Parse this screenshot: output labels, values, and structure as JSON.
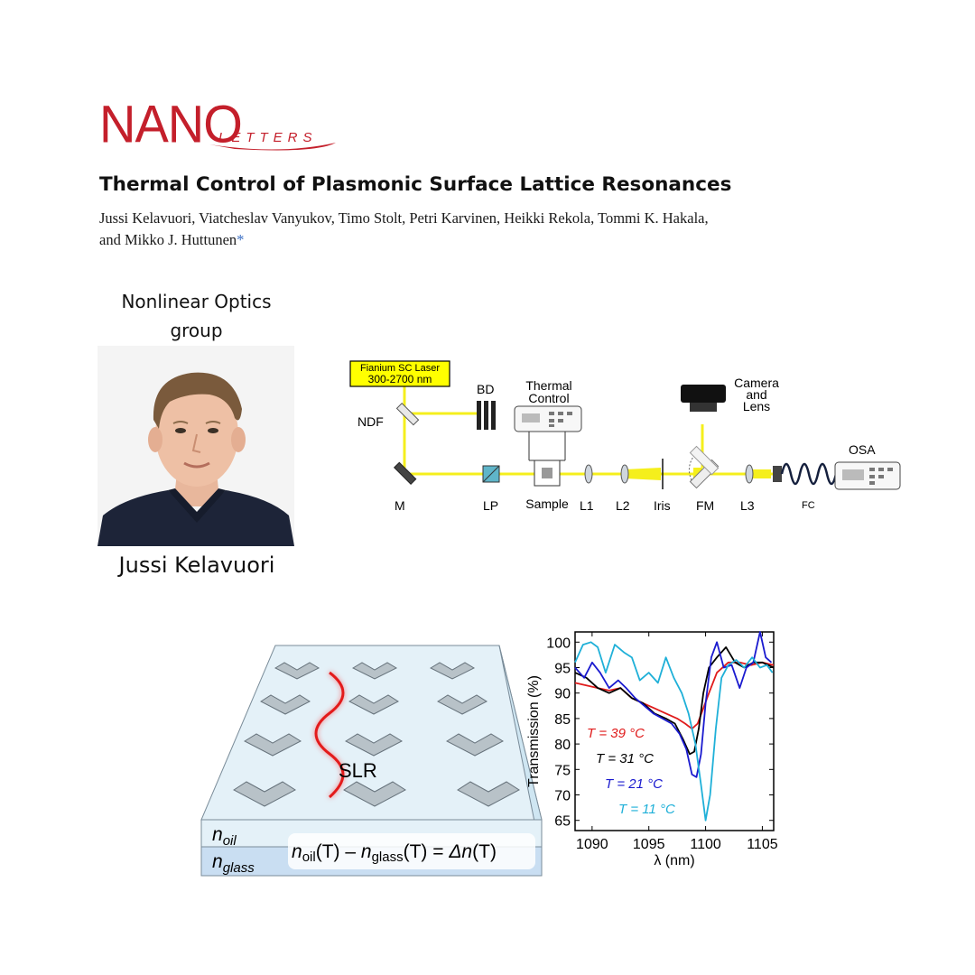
{
  "journal": {
    "logo_main": "NANO",
    "logo_sub": "LETTERS"
  },
  "paper": {
    "title": "Thermal Control of Plasmonic Surface Lattice Resonances",
    "authors_line1": "Jussi Kelavuori, Viatcheslav Vanyukov, Timo Stolt, Petri Karvinen, Heikki Rekola, Tommi K. Hakala,",
    "authors_line2": "and Mikko J. Huttunen",
    "corresponding_mark": "*"
  },
  "profile": {
    "group_line1": "Nonlinear Optics",
    "group_line2": "group",
    "name": "Jussi Kelavuori"
  },
  "setup": {
    "laser_line1": "Fianium SC Laser",
    "laser_line2": "300-2700 nm",
    "bd": "BD",
    "ndf": "NDF",
    "m": "M",
    "lp": "LP",
    "thermal_line1": "Thermal",
    "thermal_line2": "Control",
    "sample": "Sample",
    "l1": "L1",
    "l2": "L2",
    "iris": "Iris",
    "camera_line1": "Camera",
    "camera_line2": "and",
    "camera_line3": "Lens",
    "fm": "FM",
    "l3": "L3",
    "fc": "FC",
    "osa": "OSA",
    "beam_color": "#f5ef1c"
  },
  "lattice": {
    "slr": "SLR",
    "n_oil": "n",
    "n_oil_sub": "oil",
    "n_glass": "n",
    "n_glass_sub": "glass",
    "equation": {
      "n1": "n",
      "sub1": "oil",
      "arg1": "(T) – ",
      "n2": "n",
      "sub2": "glass",
      "arg2": "(T) = ",
      "delta": "Δn",
      "arg3": "(T)"
    }
  },
  "chart_data": {
    "type": "line",
    "xlabel": "λ (nm)",
    "ylabel": "Transmission (%)",
    "xlim": [
      1088.5,
      1106
    ],
    "ylim": [
      63,
      102
    ],
    "xticks": [
      1090,
      1095,
      1100,
      1105
    ],
    "yticks": [
      65,
      70,
      75,
      80,
      85,
      90,
      95,
      100
    ],
    "series": [
      {
        "name": "T = 39 °C",
        "color": "#e01b1b",
        "x": [
          1088.5,
          1089.5,
          1090.5,
          1091.5,
          1092.5,
          1093.5,
          1094.5,
          1095.5,
          1096.5,
          1097.5,
          1098.2,
          1098.8,
          1099.3,
          1099.8,
          1100.3,
          1101,
          1102,
          1103,
          1104,
          1105,
          1106
        ],
        "y": [
          92,
          91.5,
          91,
          90.5,
          91,
          89,
          88,
          87,
          86,
          85,
          84,
          83,
          84,
          87,
          90,
          94,
          96,
          96,
          95.5,
          96,
          95.5
        ]
      },
      {
        "name": "T = 31 °C",
        "color": "#000000",
        "x": [
          1088.5,
          1089.5,
          1090.5,
          1091.5,
          1092.5,
          1093.5,
          1094.5,
          1095.5,
          1096.5,
          1097.3,
          1098,
          1098.6,
          1099,
          1099.4,
          1099.8,
          1100.3,
          1101,
          1101.8,
          1102.6,
          1103.4,
          1104.2,
          1105,
          1106
        ],
        "y": [
          94,
          93,
          91,
          90,
          91,
          89,
          88,
          86,
          85,
          84,
          81,
          78,
          78.5,
          83,
          90,
          95,
          97,
          99,
          96,
          95,
          96,
          96,
          95
        ]
      },
      {
        "name": "T = 21 °C",
        "color": "#1a1acf",
        "x": [
          1088.5,
          1089.3,
          1090,
          1090.7,
          1091.5,
          1092.3,
          1093,
          1093.8,
          1094.6,
          1095.4,
          1096.2,
          1097,
          1097.7,
          1098.3,
          1098.8,
          1099.2,
          1099.6,
          1100,
          1100.5,
          1101,
          1101.6,
          1102.3,
          1103,
          1103.6,
          1104.2,
          1104.8,
          1105.3,
          1105.8
        ],
        "y": [
          95,
          93,
          96,
          94,
          91,
          92.5,
          91,
          89,
          87.5,
          86,
          85,
          84,
          82,
          79,
          74,
          73.5,
          78,
          88,
          97,
          100,
          95,
          95.5,
          91,
          95,
          96,
          102,
          97,
          96
        ]
      },
      {
        "name": "T = 11 °C",
        "color": "#1fb0d8",
        "x": [
          1088.5,
          1089.2,
          1089.9,
          1090.5,
          1091.2,
          1092,
          1092.8,
          1093.5,
          1094.2,
          1095,
          1095.8,
          1096.5,
          1097.2,
          1097.9,
          1098.5,
          1099.1,
          1099.6,
          1100,
          1100.4,
          1100.9,
          1101.4,
          1102,
          1102.7,
          1103.4,
          1104.1,
          1104.8,
          1105.4,
          1105.9
        ],
        "y": [
          96,
          99.5,
          100,
          99,
          94,
          99.5,
          98,
          97,
          92.5,
          94,
          92,
          97,
          93,
          90,
          86,
          80,
          72,
          65,
          70,
          83,
          93,
          95.5,
          96.5,
          95,
          97,
          95,
          95.5,
          94
        ]
      }
    ]
  }
}
